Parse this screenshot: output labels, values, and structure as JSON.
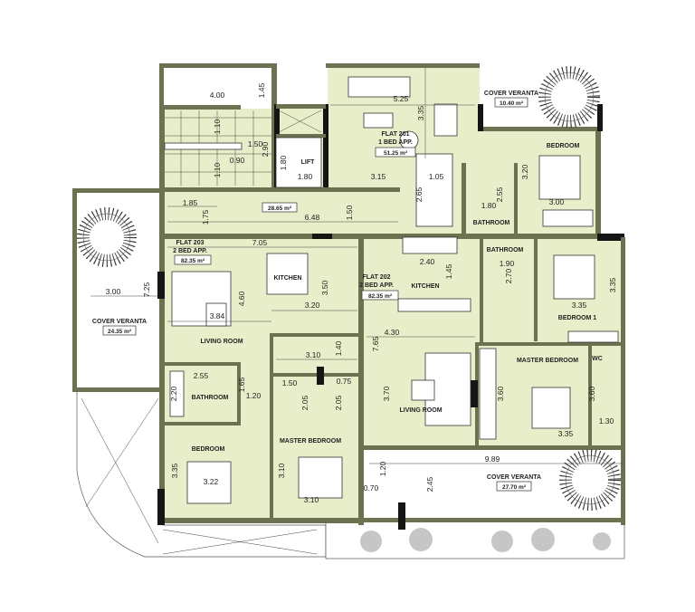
{
  "flats": {
    "f201": {
      "name": "FLAT 201",
      "type": "1 BED APP.",
      "area": "51.25 m²"
    },
    "f202": {
      "name": "FLAT 202",
      "type": "2 BED APP.",
      "area": "82.35 m²"
    },
    "f203": {
      "name": "FLAT 203",
      "type": "2 BED APP.",
      "area": "82.35 m²"
    }
  },
  "common": {
    "lift": "LIFT",
    "corridor_area": "28.65 m²"
  },
  "rooms": {
    "f201_bedroom": "BEDROOM",
    "f201_bathroom": "BATHROOM",
    "f202_bathroom": "BATHROOM",
    "f202_kitchen": "KITCHEN",
    "f202_bedroom1": "BEDROOM 1",
    "f202_master": "MASTER BEDROOM",
    "f202_wc": "WC",
    "f202_living": "LIVING ROOM",
    "f203_kitchen": "KITCHEN",
    "f203_living": "LIVING ROOM",
    "f203_bathroom": "BATHROOM",
    "f203_bedroom": "BEDROOM",
    "f203_master": "MASTER BEDROOM"
  },
  "verandas": {
    "top": {
      "label": "COVER VERANTA",
      "area": "10.40 m²"
    },
    "left": {
      "label": "COVER VERANTA",
      "area": "24.35 m²"
    },
    "bottom": {
      "label": "COVER VERANTA",
      "area": "27.70 m²"
    }
  },
  "dims": [
    "4.00",
    "1.45",
    "1.10",
    "1.50",
    "2.90",
    "0.90",
    "1.10",
    "1.80",
    "1.80",
    "5.25",
    "3.35",
    "3.15",
    "1.05",
    "2.65",
    "1.80",
    "2.55",
    "3.20",
    "3.00",
    "1.85",
    "1.75",
    "6.48",
    "1.50",
    "7.05",
    "2.40",
    "1.45",
    "1.90",
    "2.70",
    "3.35",
    "3.35",
    "3.00",
    "7.25",
    "3.84",
    "4.60",
    "3.50",
    "3.20",
    "3.10",
    "1.40",
    "4.30",
    "7.65",
    "2.55",
    "2.20",
    "1.65",
    "1.20",
    "1.50",
    "2.05",
    "0.75",
    "2.05",
    "3.70",
    "3.60",
    "3.60",
    "1.30",
    "3.35",
    "9.89",
    "1.20",
    "2.45",
    "0.70",
    "3.35",
    "3.22",
    "3.10",
    "3.10"
  ],
  "colors": {
    "floor": "#e8eec9",
    "wall": "#6d7150",
    "structure": "#151515"
  }
}
